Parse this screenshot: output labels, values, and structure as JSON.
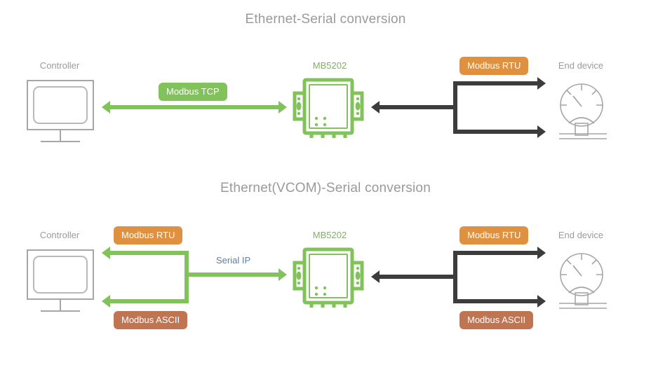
{
  "sections": [
    {
      "id": "ethernet-serial",
      "title": "Ethernet-Serial conversion",
      "nodes": {
        "controller": "Controller",
        "gateway": "MB5202",
        "end_device": "End device"
      },
      "labels": {
        "left_link": "Modbus TCP",
        "right_top": "Modbus RTU"
      }
    },
    {
      "id": "ethernet-vcom-serial",
      "title": "Ethernet(VCOM)-Serial conversion",
      "nodes": {
        "controller": "Controller",
        "gateway": "MB5202",
        "end_device": "End device"
      },
      "labels": {
        "left_top": "Modbus RTU",
        "left_bottom": "Modbus ASCII",
        "middle_link": "Serial IP",
        "right_top": "Modbus RTU",
        "right_bottom": "Modbus ASCII"
      }
    }
  ],
  "colors": {
    "green": "#81c25a",
    "green_text": "#7cb45c",
    "orange": "#e0913f",
    "brown": "#bf7452",
    "dark": "#3c3c3c",
    "gray_text": "#9b9b9b",
    "title_gray": "#9a9a9a",
    "serial_ip_blue": "#5b7fa6",
    "icon_gray": "#a6a6a6"
  }
}
